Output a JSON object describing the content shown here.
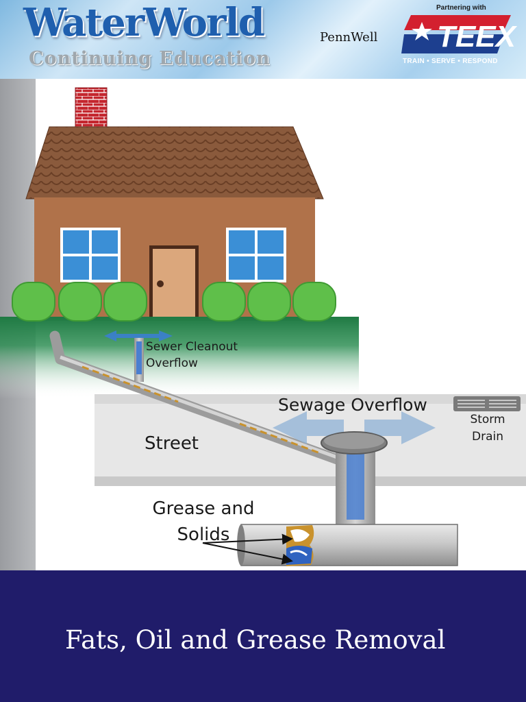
{
  "header": {
    "brand_title": "WaterWorld",
    "brand_subtitle": "Continuing Education",
    "publisher": "PennWell",
    "partner_label": "Partnering with",
    "partner_logo": "TEEX",
    "partner_tagline": "TRAIN • SERVE • RESPOND"
  },
  "diagram": {
    "label_sewer_cleanout": "Sewer Cleanout\nOverflow",
    "label_sewage_overflow": "Sewage Overflow",
    "label_storm_drain": "Storm\nDrain",
    "label_street": "Street",
    "label_grease": "Grease and\nSolids"
  },
  "footer": {
    "title": "Fats, Oil and Grease Removal"
  },
  "colors": {
    "footer_bg": "#201c6a",
    "brand_blue": "#1f5fae",
    "teex_red": "#d3202f",
    "teex_blue": "#1d3f8f"
  }
}
